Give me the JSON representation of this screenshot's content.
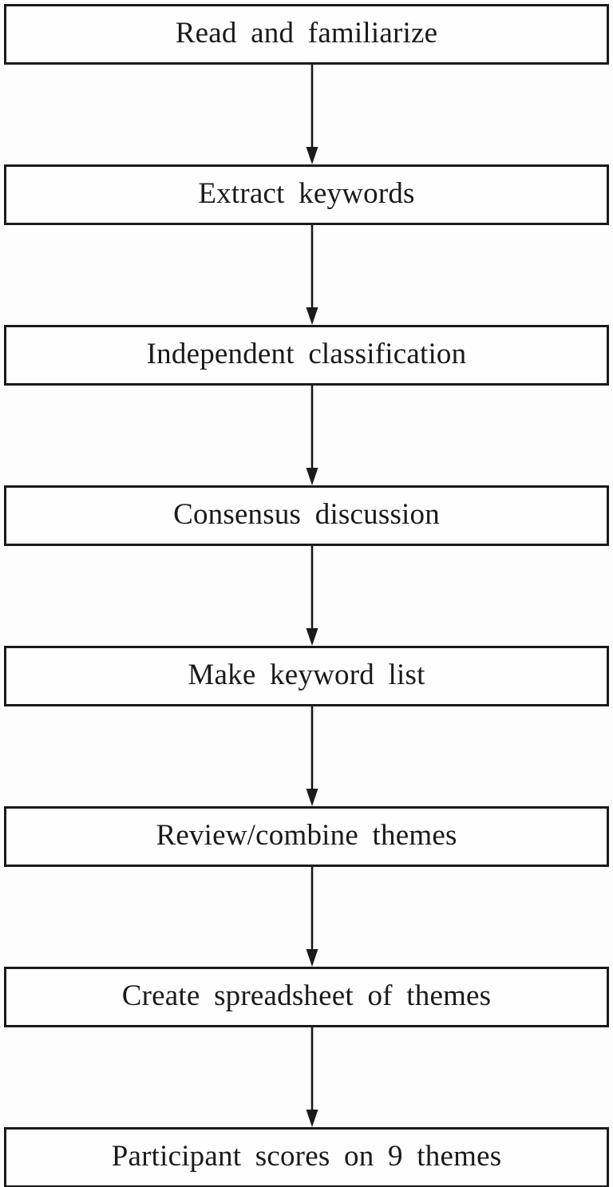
{
  "diagram": {
    "type": "flowchart",
    "direction": "top-down",
    "colors": {
      "ink": "#1a1a1a",
      "background": "#fdfdfd",
      "box_fill": "#fefefe"
    },
    "steps": [
      {
        "label": "Read and familiarize"
      },
      {
        "label": "Extract keywords"
      },
      {
        "label": "Independent classification"
      },
      {
        "label": "Consensus discussion"
      },
      {
        "label": "Make keyword list"
      },
      {
        "label": "Review/combine themes"
      },
      {
        "label": "Create spreadsheet of themes"
      },
      {
        "label": "Participant scores on 9 themes"
      }
    ]
  }
}
